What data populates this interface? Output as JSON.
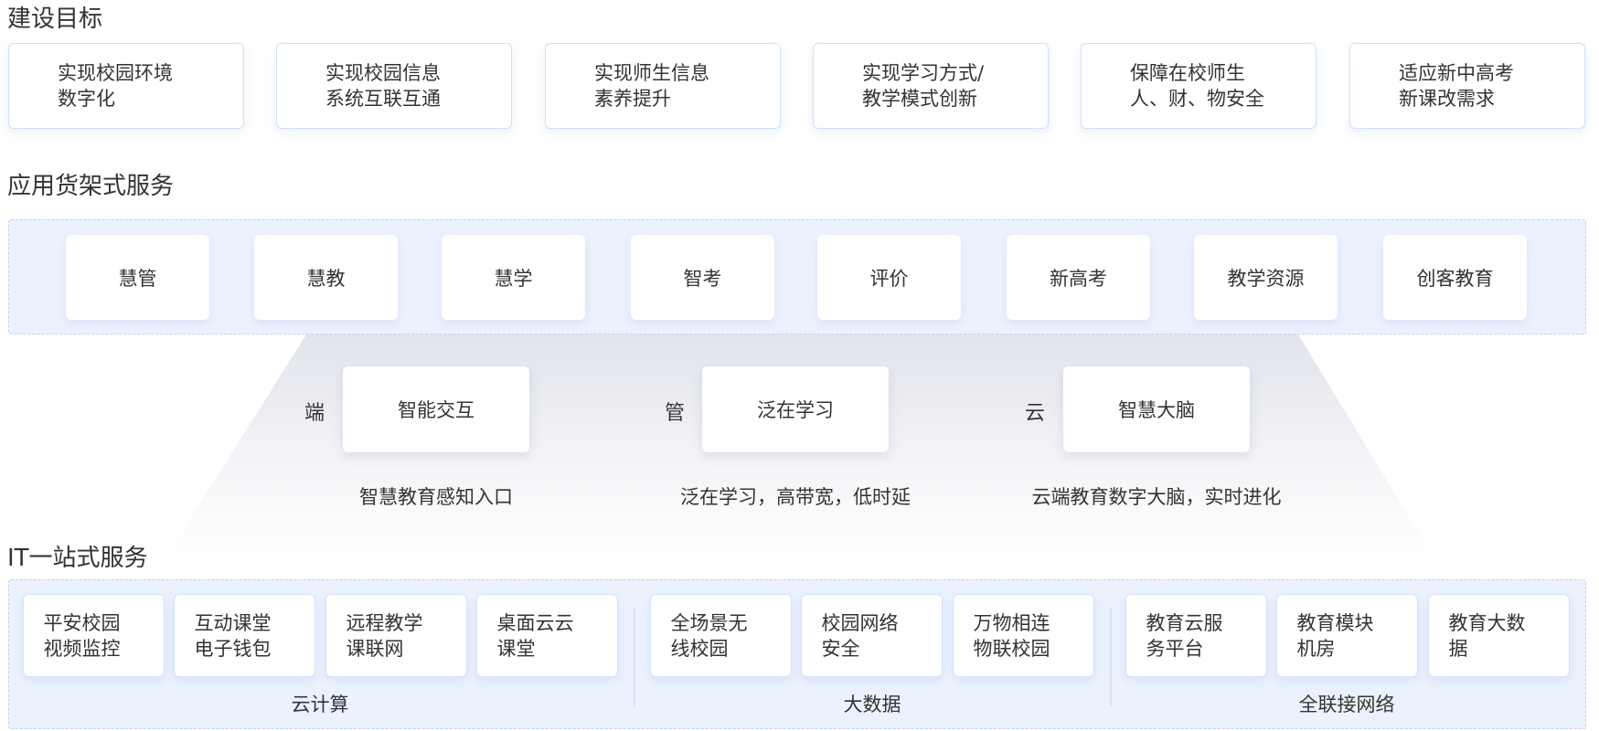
{
  "goals": {
    "title": "建设目标",
    "items": [
      "实现校园环境\n数字化",
      "实现校园信息\n系统互联互通",
      "实现师生信息\n素养提升",
      "实现学习方式/\n教学模式创新",
      "保障在校师生\n人、财、物安全",
      "适应新中高考\n新课改需求"
    ]
  },
  "apps": {
    "title": "应用货架式服务",
    "items": [
      "慧管",
      "慧教",
      "慧学",
      "智考",
      "评价",
      "新高考",
      "教学资源",
      "创客教育"
    ]
  },
  "middle": [
    {
      "label": "端",
      "box": "智能交互",
      "caption": "智慧教育感知入口"
    },
    {
      "label": "管",
      "box": "泛在学习",
      "caption": "泛在学习，高带宽，低时延"
    },
    {
      "label": "云",
      "box": "智慧大脑",
      "caption": "云端教育数字大脑，实时进化"
    }
  ],
  "it": {
    "title": "IT一站式服务",
    "groups": [
      {
        "label": "云计算",
        "items": [
          "平安校园\n视频监控",
          "互动课堂\n电子钱包",
          "远程教学\n课联网",
          "桌面云云\n课堂"
        ]
      },
      {
        "label": "大数据",
        "items": [
          "全场景无\n线校园",
          "校园网络\n安全",
          "万物相连\n物联校园"
        ]
      },
      {
        "label": "全联接网络",
        "items": [
          "教育云服\n务平台",
          "教育模块\n机房",
          "教育大数\n据"
        ]
      }
    ]
  }
}
